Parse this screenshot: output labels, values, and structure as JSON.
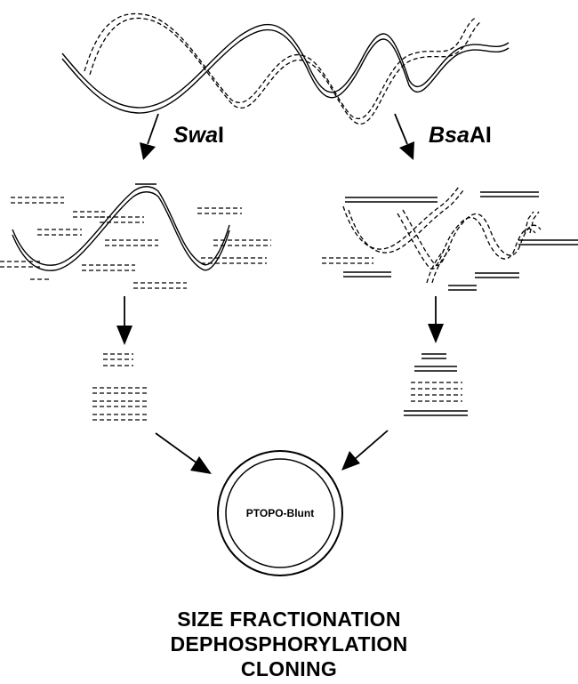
{
  "enzymes": {
    "left": {
      "italic": "Swa",
      "roman": "I"
    },
    "right": {
      "italic": "Bsa",
      "roman": "AI"
    }
  },
  "plasmid": {
    "label": "PTOPO-Blunt"
  },
  "steps": [
    "SIZE FRACTIONATION",
    "DEPHOSPHORYLATION",
    "CLONING"
  ]
}
